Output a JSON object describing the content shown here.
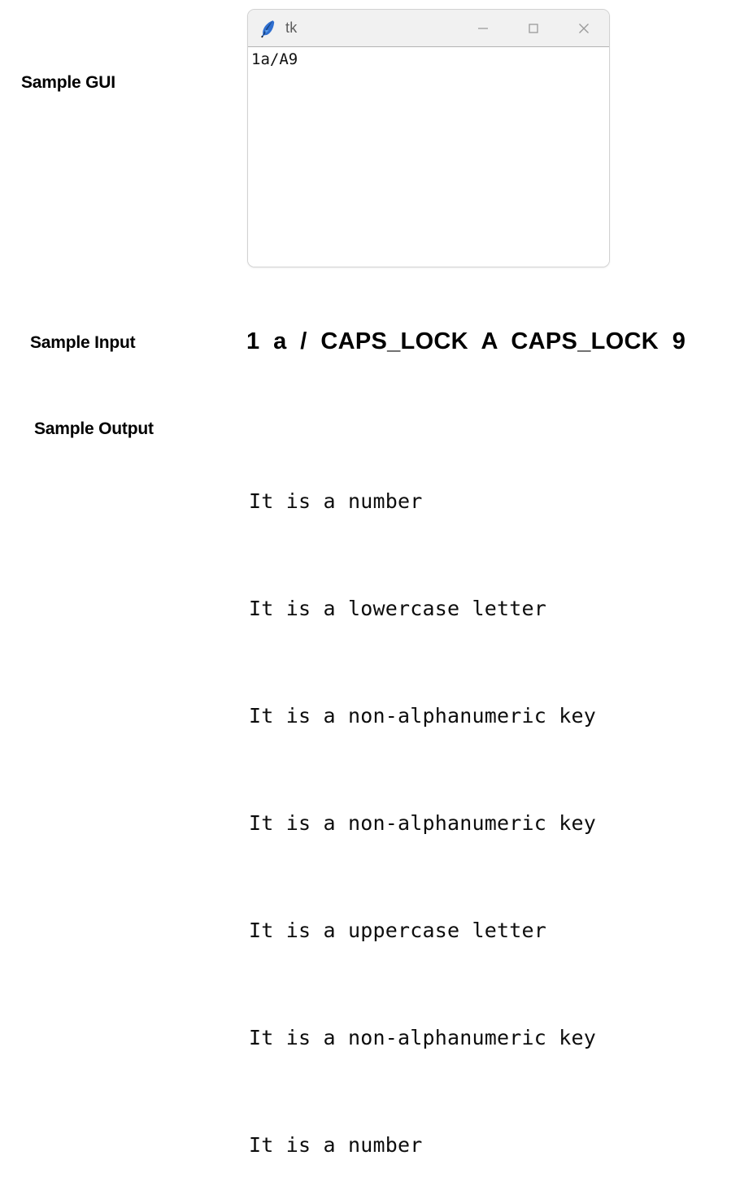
{
  "labels": {
    "gui": "Sample GUI",
    "input": "Sample Input",
    "output": "Sample Output"
  },
  "tk_window": {
    "title": "tk",
    "icon": "feather-quill-icon",
    "text_content": "1a/A9",
    "controls": {
      "minimize": "minimize-icon",
      "maximize": "maximize-icon",
      "close": "close-icon"
    },
    "colors": {
      "titlebar_bg": "#f1f1f1",
      "titlebar_border": "#b4b4b4",
      "window_border": "#d2d2d2",
      "body_bg": "#ffffff",
      "title_text": "#5d5d5d",
      "control_glyph": "#9a9a9a",
      "icon_blue": "#2f6fd0"
    }
  },
  "sample_input": {
    "text": "1  a  /  CAPS_LOCK  A  CAPS_LOCK  9",
    "keys": [
      "1",
      "a",
      "/",
      "CAPS_LOCK",
      "A",
      "CAPS_LOCK",
      "9"
    ]
  },
  "sample_output": {
    "lines": [
      "It is a number",
      "It is a lowercase letter",
      "It is a non-alphanumeric key",
      "It is a non-alphanumeric key",
      "It is a uppercase letter",
      "It is a non-alphanumeric key",
      "It is a number"
    ]
  },
  "page": {
    "background": "#ffffff",
    "text_color": "#000000"
  }
}
